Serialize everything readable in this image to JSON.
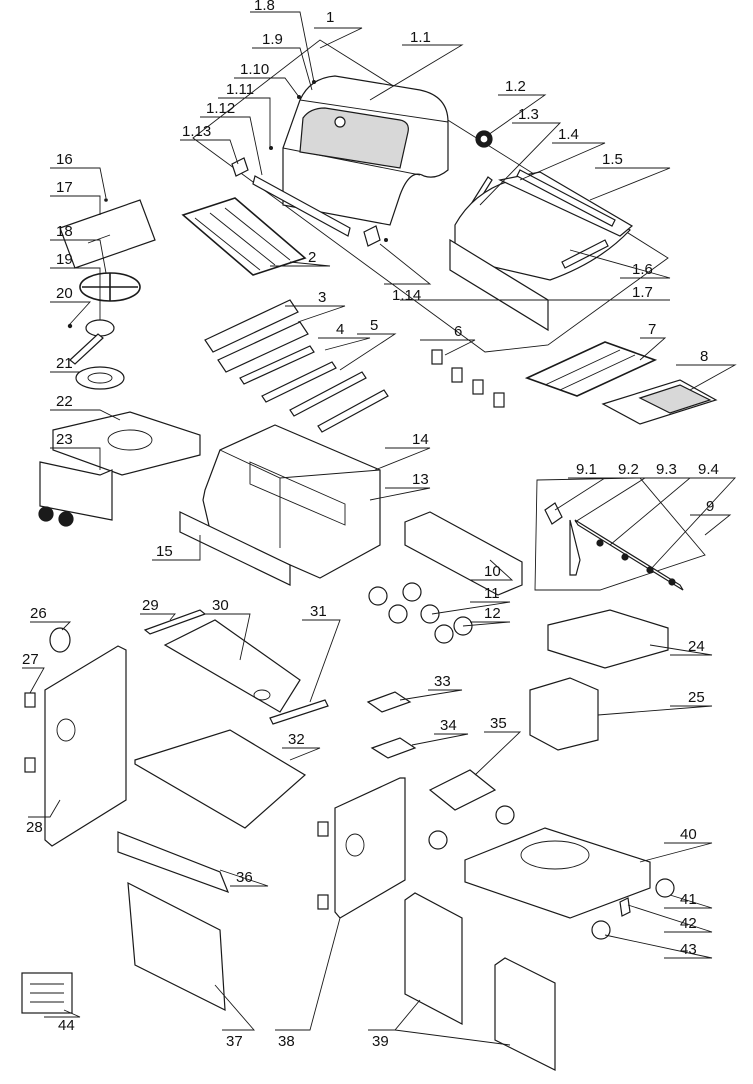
{
  "labels": {
    "p1": "1",
    "p1_1": "1.1",
    "p1_2": "1.2",
    "p1_3": "1.3",
    "p1_4": "1.4",
    "p1_5": "1.5",
    "p1_6": "1.6",
    "p1_7": "1.7",
    "p1_8": "1.8",
    "p1_9": "1.9",
    "p1_10": "1.10",
    "p1_11": "1.11",
    "p1_12": "1.12",
    "p1_13": "1.13",
    "p1_14": "1.14",
    "p2": "2",
    "p3": "3",
    "p4": "4",
    "p5": "5",
    "p6": "6",
    "p7": "7",
    "p8": "8",
    "p9": "9",
    "p9_1": "9.1",
    "p9_2": "9.2",
    "p9_3": "9.3",
    "p9_4": "9.4",
    "p10": "10",
    "p11": "11",
    "p12": "12",
    "p13": "13",
    "p14": "14",
    "p15": "15",
    "p16": "16",
    "p17": "17",
    "p18": "18",
    "p19": "19",
    "p20": "20",
    "p21": "21",
    "p22": "22",
    "p23": "23",
    "p24": "24",
    "p25": "25",
    "p26": "26",
    "p27": "27",
    "p28": "28",
    "p29": "29",
    "p30": "30",
    "p31": "31",
    "p32": "32",
    "p33": "33",
    "p34": "34",
    "p35": "35",
    "p36": "36",
    "p37": "37",
    "p38": "38",
    "p39": "39",
    "p40": "40",
    "p41": "41",
    "p42": "42",
    "p43": "43",
    "p44": "44"
  },
  "colors": {
    "line": "#1a1a1a",
    "paper": "#ffffff",
    "shade": "#d8d8d8"
  }
}
